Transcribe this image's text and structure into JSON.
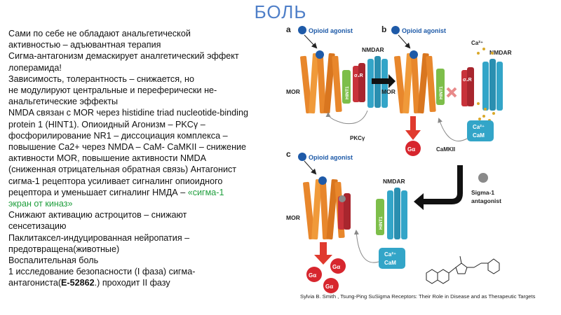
{
  "slide": {
    "title": "БОЛЬ",
    "lines": [
      "Сами по себе не обладают анальгетической",
      "активностью – адъювантная терапия",
      "Сигма-антагонизм демаскирует аналгетический эффект",
      "лоперамида!",
      "Зависимость, толерантность – снижается, но",
      "не модулируют центральные и переферически не-",
      "анальгетические эффекты",
      "NMDA связан с MOR через histidine triad nucleotide-binding",
      "protein 1 (HINT1). Опиоидный Агонизм – PKCγ –",
      "фосфорилирование NR1 – диссоциация комплекса –",
      "повышение Ca2+ через NMDA – CaM- CaMKII – снижение",
      "активности MOR, повышение активности NMDA",
      "(сниженная отрицательная обратная связь) Антагонист",
      "сигма-1 рецептора усиливает сигналинг опиоидного",
      "рецептора и уменьшает сигналинг НМДА –"
    ],
    "line_highlight_inline": "«сигма-1",
    "line_highlight_2": "экран от киназ»",
    "lines_after": [
      "Снижают активацию астроцитов – снижают",
      "сенсетизацию",
      "Паклитаксел-индуцированная нейропатия –",
      "предотвращена(животные)",
      "Воспалительная боль",
      "1 исследование безопасности (I фаза) сигма-"
    ],
    "last_line_prefix": "антагониста(",
    "last_line_bold": "E-52862",
    "last_line_suffix": ".) проходит II фазу",
    "highlight_color": "#1E9E3C"
  },
  "figure": {
    "panel_a": "a",
    "panel_b": "b",
    "panel_c": "c",
    "opioid_agonist": "Opioid agonist",
    "nmdar": "NMDAR",
    "mor": "MOR",
    "hint1": "HINT1",
    "sigma_r": "σ₁R",
    "pkc": "PKCγ",
    "ga": "Gα",
    "camkii": "CaMKII",
    "ca": "Ca²⁺",
    "cam": "CaM",
    "sigma_antagonist_1": "Sigma-1",
    "sigma_antagonist_2": "antagonist",
    "colors": {
      "receptor_orange": "#E8872C",
      "receptor_blue": "#33A5C8",
      "receptor_red": "#C8323A",
      "hint_green": "#7DBE4A",
      "agonist_blue": "#1E5AA8",
      "arrow_red": "#E03A2E",
      "antagonist_grey": "#8A8A8A"
    }
  },
  "caption": "Sylvia B. Smith , Tsung-Ping SuSigma Receptors: Their Role in Disease and as Therapeutic Targets"
}
